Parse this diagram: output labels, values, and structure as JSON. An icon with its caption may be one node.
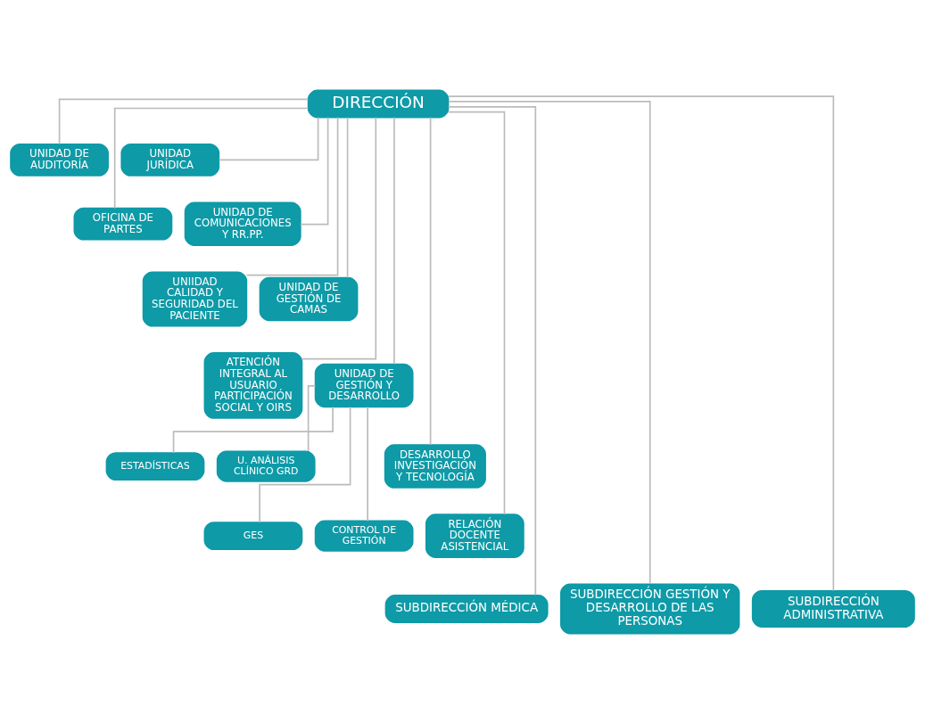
{
  "diagram": {
    "nodes": [
      {
        "text": [
          "DIRECCIÓN"
        ]
      },
      {
        "text": [
          "UNIDAD DE AUDITORÍA"
        ]
      },
      {
        "text": [
          "UNIDAD JURÍDICA"
        ]
      },
      {
        "text": [
          "OFICINA DE PARTES"
        ]
      },
      {
        "text": [
          "UNIDAD DE COMUNICACIONES Y RR.PP."
        ]
      },
      {
        "text": [
          "UNIIDAD CALIDAD Y SEGURIDAD DEL PACIENTE"
        ]
      },
      {
        "text": [
          "UNIDAD DE GESTIÓN DE CAMAS"
        ]
      },
      {
        "text": [
          "ATENCIÓN INTEGRAL AL USUARIO PARTICIPACIÓN SOCIAL Y OIRS"
        ]
      },
      {
        "text": [
          "UNIDAD DE GESTIÓN Y DESARROLLO"
        ]
      },
      {
        "text": [
          "DESARROLLO INVESTIGACIÓN Y TECNOLOGÍA"
        ]
      },
      {
        "text": [
          "ESTADÍSTICAS"
        ]
      },
      {
        "text": [
          "U. ANÁLISIS CLÍNICO GRD"
        ]
      },
      {
        "text": [
          "RELACIÓN DOCENTE ASISTENCIAL"
        ]
      },
      {
        "text": [
          "GES"
        ]
      },
      {
        "text": [
          "CONTROL DE GESTIÓN"
        ]
      },
      {
        "text": [
          "SUBDIRECCIÓN MÉDICA"
        ]
      },
      {
        "text": [
          "SUBDIRECCIÓN GESTIÓN Y DESARROLLO DE LAS PERSONAS"
        ]
      },
      {
        "text": [
          "SUBDIRECCIÓN ADMINISTRATIVA"
        ]
      }
    ],
    "edges": [
      {
        "from": 0,
        "to": 1,
        "arrow": "none"
      },
      {
        "from": 0,
        "to": 2,
        "arrow": "none"
      },
      {
        "from": 0,
        "to": 3,
        "arrow": "none"
      },
      {
        "from": 0,
        "to": 4,
        "arrow": "none"
      },
      {
        "from": 0,
        "to": 5,
        "arrow": "none"
      },
      {
        "from": 0,
        "to": 6,
        "arrow": "none"
      },
      {
        "from": 0,
        "to": 7,
        "arrow": "none"
      },
      {
        "from": 0,
        "to": 8,
        "arrow": "none"
      },
      {
        "from": 0,
        "to": 9,
        "arrow": "none"
      },
      {
        "from": 8,
        "to": 10,
        "arrow": "none"
      },
      {
        "from": 8,
        "to": 11,
        "arrow": "none"
      },
      {
        "from": 0,
        "to": 12,
        "arrow": "none"
      },
      {
        "from": 8,
        "to": 13,
        "arrow": "none"
      },
      {
        "from": 8,
        "to": 14,
        "arrow": "none"
      },
      {
        "from": 0,
        "to": 15,
        "arrow": "none"
      },
      {
        "from": 0,
        "to": 16,
        "arrow": "none"
      },
      {
        "from": 0,
        "to": 17,
        "arrow": "none"
      }
    ]
  }
}
